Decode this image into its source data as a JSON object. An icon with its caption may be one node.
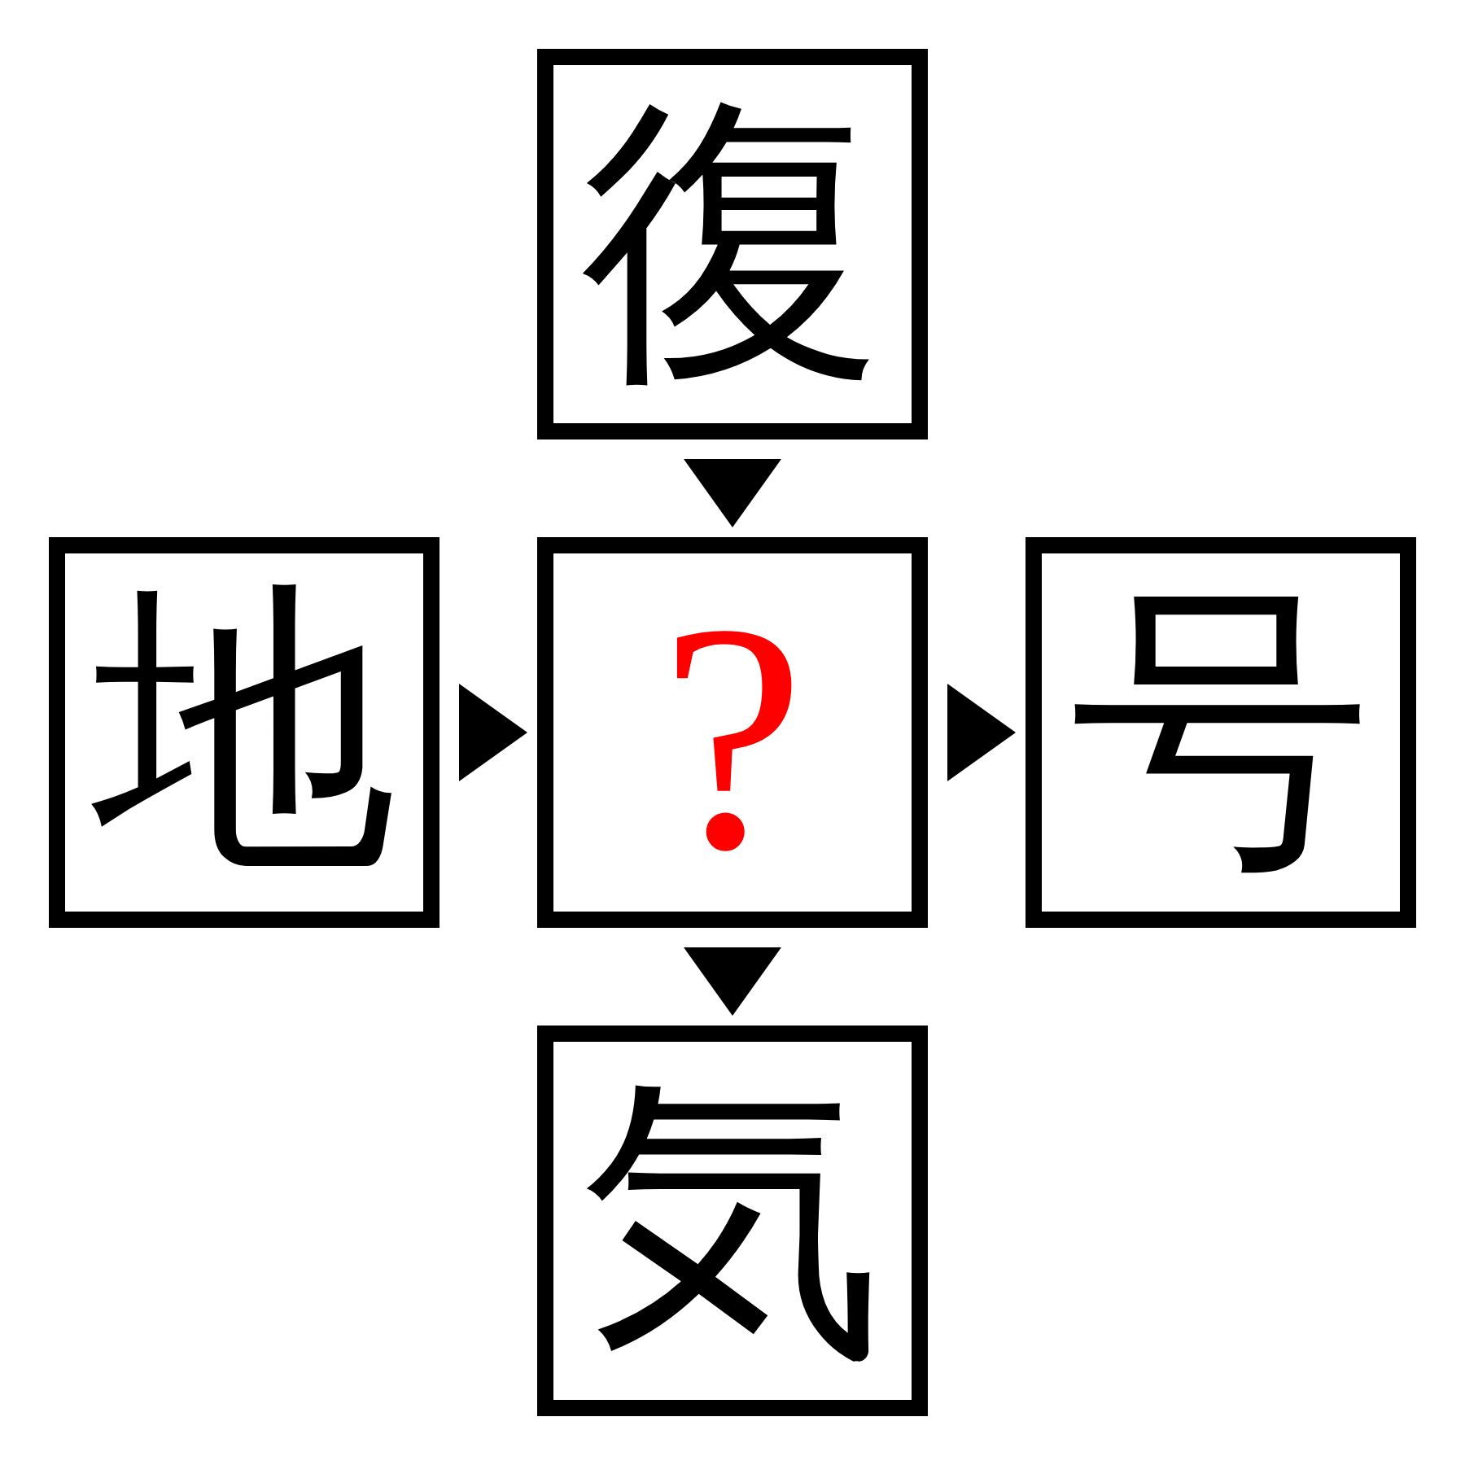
{
  "diagram": {
    "nodes": [
      {
        "text": [
          "復"
        ]
      },
      {
        "text": [
          "地"
        ]
      },
      {
        "text": [
          "?"
        ]
      },
      {
        "text": [
          "号"
        ]
      },
      {
        "text": [
          "気"
        ]
      }
    ],
    "edges": [
      {
        "from": 0,
        "to": 2,
        "arrow": "to"
      },
      {
        "from": 1,
        "to": 2,
        "arrow": "to"
      },
      {
        "from": 2,
        "to": 3,
        "arrow": "to"
      },
      {
        "from": 2,
        "to": 4,
        "arrow": "to"
      }
    ]
  }
}
